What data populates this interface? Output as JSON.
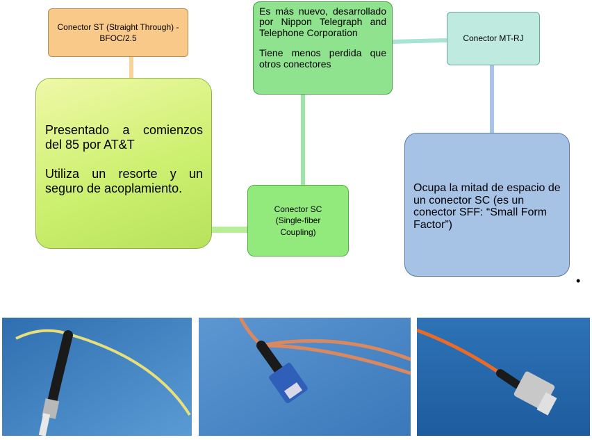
{
  "diagram": {
    "st_connector": {
      "label": "Conector ST (Straight Through) - BFOC/2.5"
    },
    "st_description": {
      "paragraph_1": "Presentado a comienzos del 85 por AT&T",
      "paragraph_2": "Utiliza un resorte y un seguro de acoplamiento."
    },
    "sc_connector": {
      "label": "Conector SC (Single-fiber Coupling)"
    },
    "sc_description": {
      "paragraph_1": "Es más nuevo, desarrollado por Nippon Telegraph and Telephone Corporation",
      "paragraph_2": "Tiene menos perdida que otros conectores"
    },
    "mtrj_connector": {
      "label": "Conector MT-RJ"
    },
    "mtrj_description": {
      "text": "Ocupa la mitad de espacio de un conector SC (es un conector SFF: “Small Form Factor”)"
    },
    "bullet": "•"
  },
  "colors": {
    "st_box": "#f9c98a",
    "mtrj_box": "#bfeae0",
    "sc_box": "#92ea7c",
    "sc_description_box": "#8fe28e",
    "st_description_box": "#cdf070",
    "mtrj_description_box": "#a6c3e6",
    "connector_st": "#f7d39a",
    "connector_green": "#9be6a6",
    "connector_lime": "#b8ee98",
    "connector_mtrj": "#a8c4e8",
    "photo_background": "#3d7fbf"
  },
  "photos": [
    {
      "subject": "st-connector-photo",
      "cable_color": "#e6df7a"
    },
    {
      "subject": "sc-connector-photo",
      "cable_color": "#d98860"
    },
    {
      "subject": "mtrj-connector-photo",
      "cable_color": "#e86b2a"
    }
  ]
}
